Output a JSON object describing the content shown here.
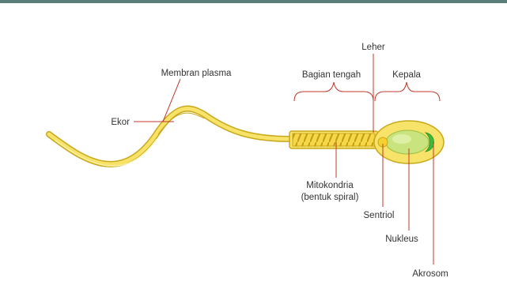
{
  "diagram": {
    "labels": {
      "tail": "Ekor",
      "membrane": "Membran plasma",
      "midpiece": "Bagian tengah",
      "neck": "Leher",
      "head": "Kepala",
      "mitochondria_line1": "Mitokondria",
      "mitochondria_line2": "(bentuk spiral)",
      "centriole": "Sentriol",
      "nucleus": "Nukleus",
      "acrosome": "Akrosom"
    },
    "colors": {
      "top_rule": "#5a7f7b",
      "cell_fill": "#f7e36a",
      "cell_outline": "#c9a81a",
      "nucleus_fill": "#c9e37f",
      "acrosome_fill": "#3cb83c",
      "leader_line": "#c0392b",
      "text": "#333333"
    }
  }
}
